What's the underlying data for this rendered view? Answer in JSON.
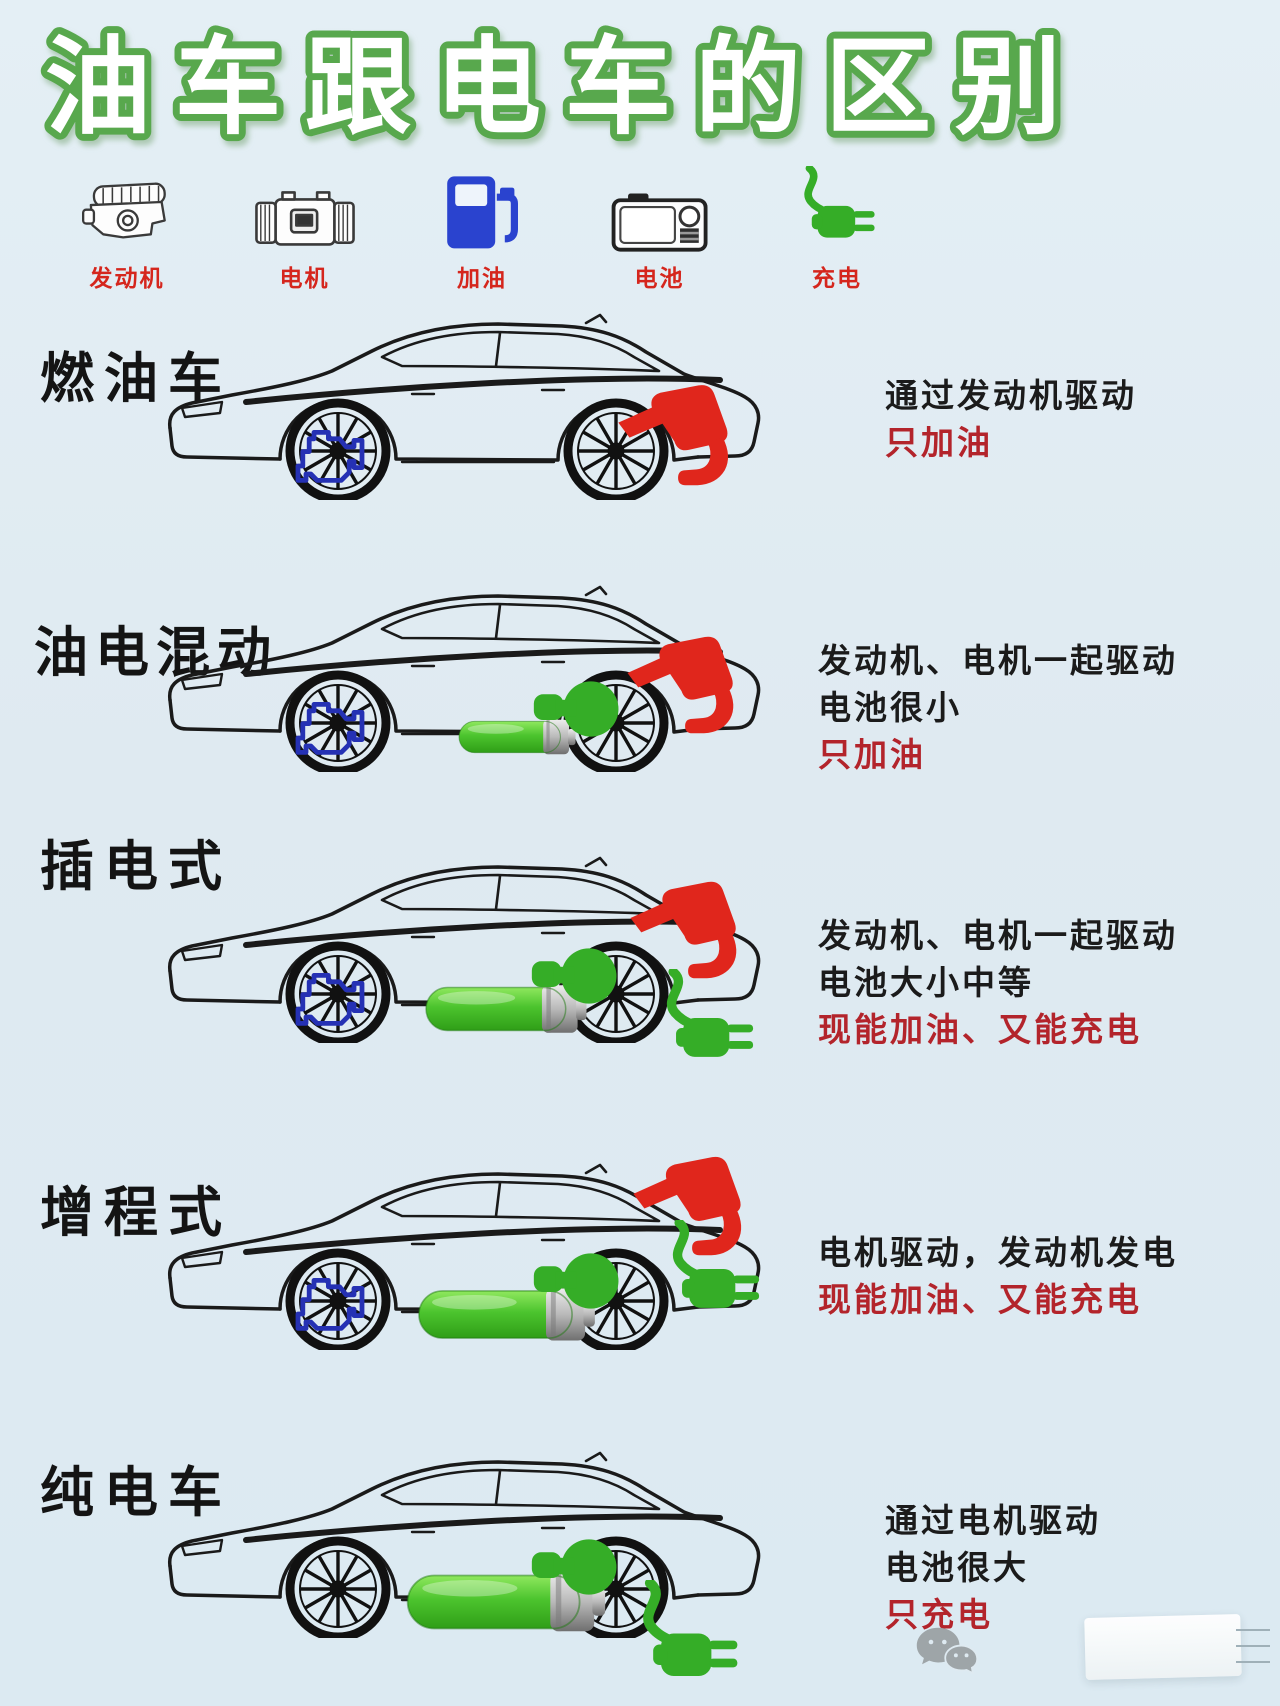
{
  "title": "油车跟电车的区别",
  "legend": [
    {
      "label": "发动机",
      "icon": "engine-icon"
    },
    {
      "label": "电机",
      "icon": "motor-icon"
    },
    {
      "label": "加油",
      "icon": "fuel-pump-icon"
    },
    {
      "label": "电池",
      "icon": "battery-icon"
    },
    {
      "label": "充电",
      "icon": "charging-plug-icon"
    }
  ],
  "rows": [
    {
      "label": "燃油车",
      "icons": [
        "engine-icon",
        "fuel-nozzle-icon"
      ],
      "desc": [
        {
          "text": "通过发动机驱动",
          "color": "black"
        },
        {
          "text": "只加油",
          "color": "red"
        }
      ]
    },
    {
      "label": "油电混动",
      "icons": [
        "engine-icon",
        "motor-icon",
        "battery-small-icon",
        "fuel-nozzle-icon"
      ],
      "desc": [
        {
          "text": "发动机、电机一起驱动",
          "color": "black"
        },
        {
          "text": "电池很小",
          "color": "black"
        },
        {
          "text": "只加油",
          "color": "red"
        }
      ]
    },
    {
      "label": "插电式",
      "icons": [
        "engine-icon",
        "motor-icon",
        "battery-medium-icon",
        "fuel-nozzle-icon",
        "charging-plug-icon"
      ],
      "desc": [
        {
          "text": "发动机、电机一起驱动",
          "color": "black"
        },
        {
          "text": "电池大小中等",
          "color": "black"
        },
        {
          "text": "现能加油、又能充电",
          "color": "red"
        }
      ]
    },
    {
      "label": "增程式",
      "icons": [
        "engine-icon",
        "motor-icon",
        "battery-large-icon",
        "fuel-nozzle-icon",
        "charging-plug-icon"
      ],
      "desc": [
        {
          "text": "电机驱动，发动机发电",
          "color": "black"
        },
        {
          "text": "现能加油、又能充电",
          "color": "red"
        }
      ]
    },
    {
      "label": "纯电车",
      "icons": [
        "motor-icon",
        "battery-xlarge-icon",
        "charging-plug-icon"
      ],
      "desc": [
        {
          "text": "通过电机驱动",
          "color": "black"
        },
        {
          "text": "电池很大",
          "color": "black"
        },
        {
          "text": "只充电",
          "color": "red"
        }
      ]
    }
  ],
  "footer_icons": [
    "wechat-icon",
    "white-box-watermark"
  ],
  "colors": {
    "background": "#dfeaf1",
    "title_green": "#58a84e",
    "legend_label_red": "#d5261d",
    "desc_black": "#1b1b1b",
    "desc_red": "#b3242b",
    "engine_blue": "#2531b4",
    "ev_green": "#35ad27",
    "nozzle_red": "#e0261c",
    "pump_blue": "#2a43cf"
  }
}
